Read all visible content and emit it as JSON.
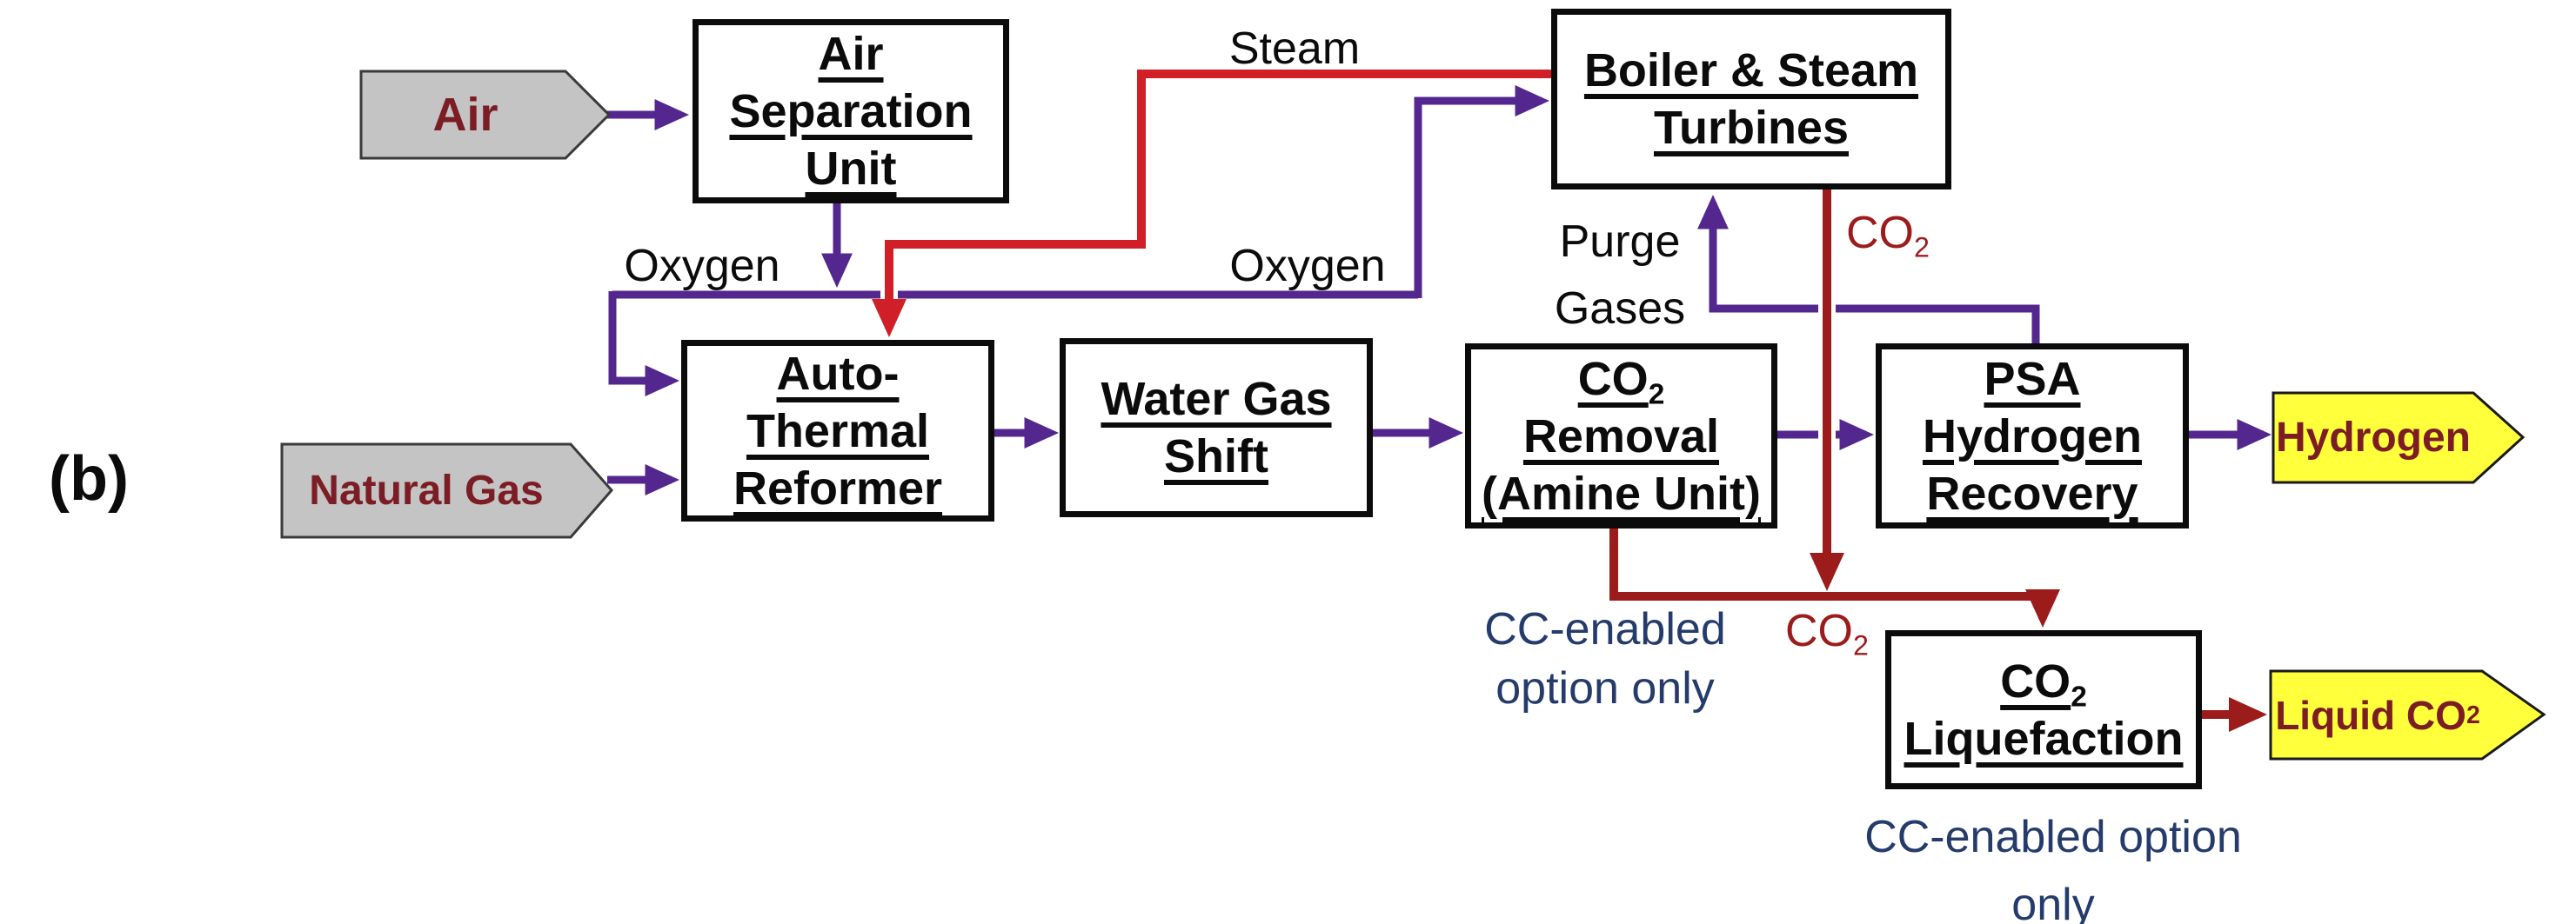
{
  "figure_label": "(b)",
  "colors": {
    "purple": "#53278E",
    "red": "#D01F27",
    "dark_red": "#9C1B1B",
    "maroon": "#7C1C24",
    "navy": "#243B6B",
    "yellow": "#FFFF3C",
    "gray": "#C4C4C4",
    "ink": "#0B0B0B"
  },
  "boxes": {
    "asu": {
      "l1": "Air",
      "l2": "Separation",
      "l3": "Unit"
    },
    "boiler": {
      "l1": "Boiler & Steam",
      "l2": "Turbines"
    },
    "atr": {
      "l1": "Auto-",
      "l2": "Thermal",
      "l3": "Reformer"
    },
    "wgs": {
      "l1": "Water Gas",
      "l2": "Shift"
    },
    "removal": {
      "l1_pre": "CO",
      "l1_sub": "2",
      "l2": "Removal",
      "l3": "(Amine Unit)"
    },
    "psa": {
      "l1": "PSA",
      "l2": "Hydrogen",
      "l3": "Recovery"
    },
    "liquefaction": {
      "l1_pre": "CO",
      "l1_sub": "2",
      "l2": "Liquefaction"
    }
  },
  "tags": {
    "air": "Air",
    "natural_gas": "Natural Gas",
    "hydrogen": "Hydrogen",
    "liquid_co2_pre": "Liquid CO",
    "liquid_co2_sub": "2"
  },
  "labels": {
    "steam": "Steam",
    "oxygen_left": "Oxygen",
    "oxygen_right": "Oxygen",
    "purge_l1": "Purge",
    "purge_l2": "Gases",
    "co2_boiler_pre": "CO",
    "co2_boiler_sub": "2",
    "co2_capture_pre": "CO",
    "co2_capture_sub": "2",
    "cc_left_l1": "CC-enabled",
    "cc_left_l2": "option only",
    "cc_bottom_l1": "CC-enabled option",
    "cc_bottom_l2": "only"
  }
}
